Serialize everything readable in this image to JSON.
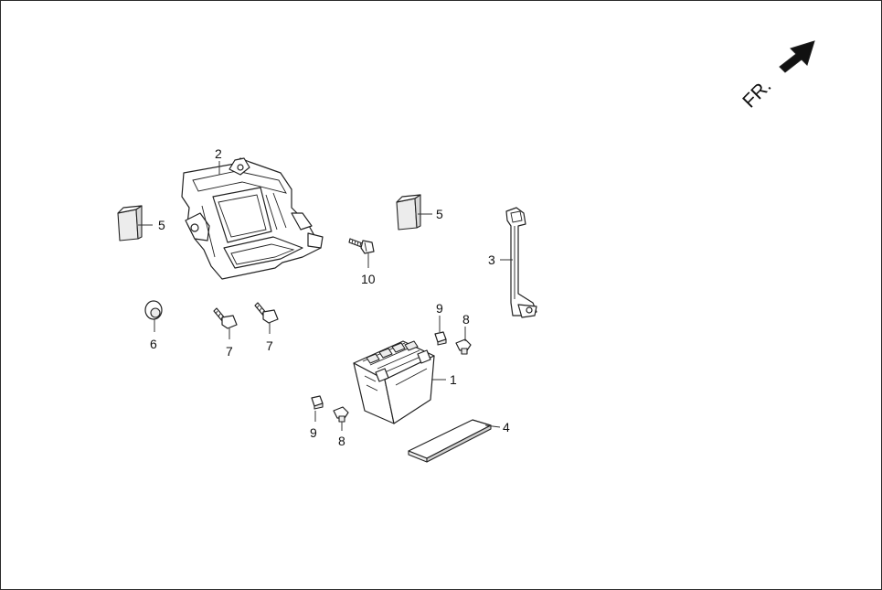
{
  "direction": {
    "label": "FR.",
    "icon": "front-direction-arrow-icon"
  },
  "callouts": [
    {
      "id": "c1",
      "number": "1",
      "part": "battery"
    },
    {
      "id": "c2",
      "number": "2",
      "part": "battery-box"
    },
    {
      "id": "c3",
      "number": "3",
      "part": "battery-strap"
    },
    {
      "id": "c4",
      "number": "4",
      "part": "battery-pad"
    },
    {
      "id": "c5a",
      "number": "5",
      "part": "rubber-pad-left"
    },
    {
      "id": "c5b",
      "number": "5",
      "part": "rubber-pad-right"
    },
    {
      "id": "c6",
      "number": "6",
      "part": "nut"
    },
    {
      "id": "c7a",
      "number": "7",
      "part": "flange-bolt-left"
    },
    {
      "id": "c7b",
      "number": "7",
      "part": "flange-bolt-right"
    },
    {
      "id": "c8a",
      "number": "8",
      "part": "terminal-bolt-upper"
    },
    {
      "id": "c8b",
      "number": "8",
      "part": "terminal-bolt-lower"
    },
    {
      "id": "c9a",
      "number": "9",
      "part": "terminal-nut-upper"
    },
    {
      "id": "c9b",
      "number": "9",
      "part": "terminal-nut-lower"
    },
    {
      "id": "c10",
      "number": "10",
      "part": "long-bolt"
    }
  ]
}
